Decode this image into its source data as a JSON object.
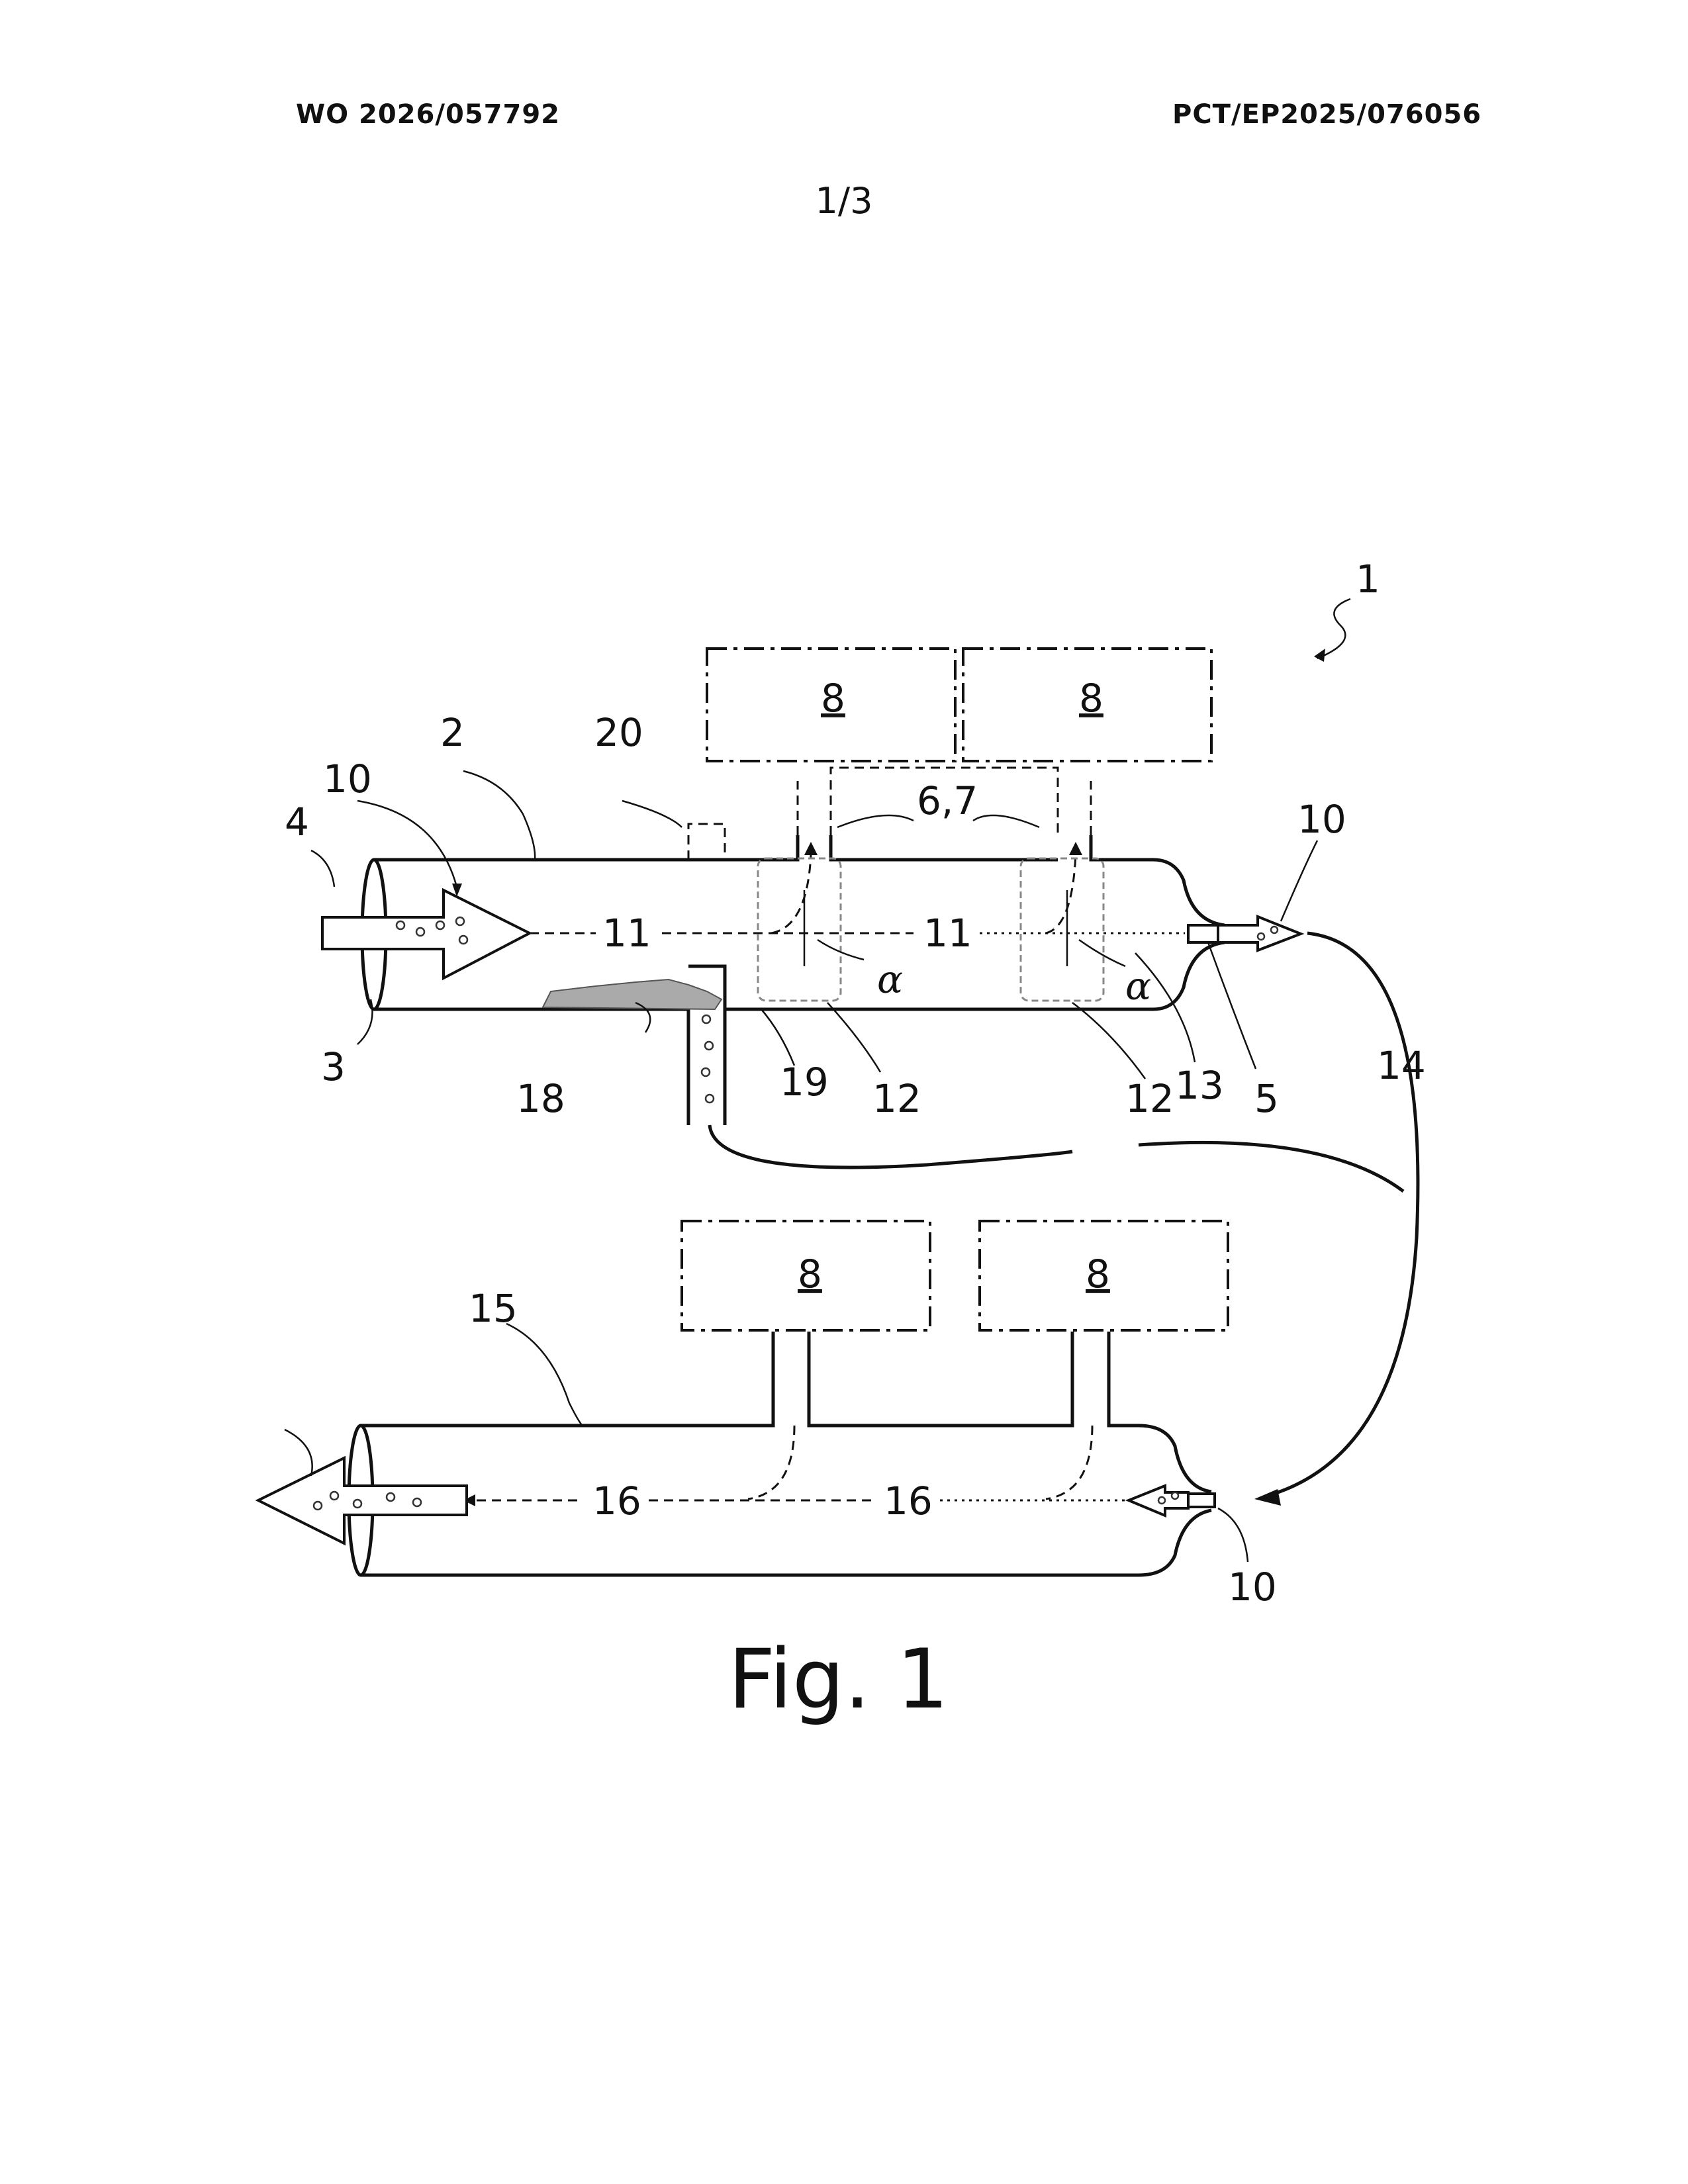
{
  "header": {
    "publication_number": "WO 2026/057792",
    "application_number": "PCT/EP2025/076056",
    "sheet": "1/3"
  },
  "figure": {
    "caption": "Fig. 1",
    "reference_numerals": {
      "system": "1",
      "first_duct": "2",
      "inlet_end": "3",
      "inlet_flow": "4",
      "outlet_nozzle": "5",
      "branch_openings": "6,7",
      "extraction_unit_a": "8",
      "extraction_unit_b": "8",
      "extraction_unit_c": "8",
      "extraction_unit_d": "8",
      "particles_in": "10",
      "particles_out": "10",
      "particles_return": "10",
      "flow_path_1": "11",
      "flow_path_2": "11",
      "window_1": "12",
      "window_2": "12",
      "taper": "13",
      "return_line": "14",
      "second_duct": "15",
      "flow_path_3": "16",
      "flow_path_4": "16",
      "deposit": "18",
      "drain": "19",
      "port": "20",
      "angle_1": "α",
      "angle_2": "α"
    }
  }
}
